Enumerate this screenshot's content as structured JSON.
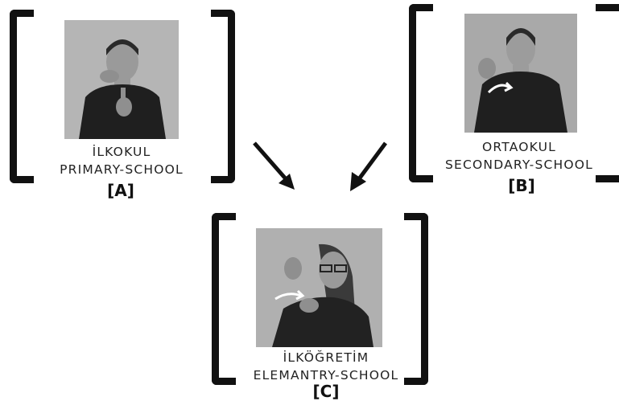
{
  "panels": {
    "a": {
      "label_tr": "İLKOKUL",
      "label_en": "PRIMARY-SCHOOL",
      "tag": "[A]"
    },
    "b": {
      "label_tr": "ORTAOKUL",
      "label_en": "SECONDARY-SCHOOL",
      "tag": "[B]"
    },
    "c": {
      "label_tr": "İLKÖĞRETİM",
      "label_en": "ELEMANTRY-SCHOOL",
      "tag": "[C]"
    }
  },
  "icons": [
    "photo-signer-a",
    "photo-signer-b",
    "photo-signer-c",
    "motion-arrow-icon",
    "arrow-down-right-icon",
    "arrow-down-left-icon"
  ]
}
